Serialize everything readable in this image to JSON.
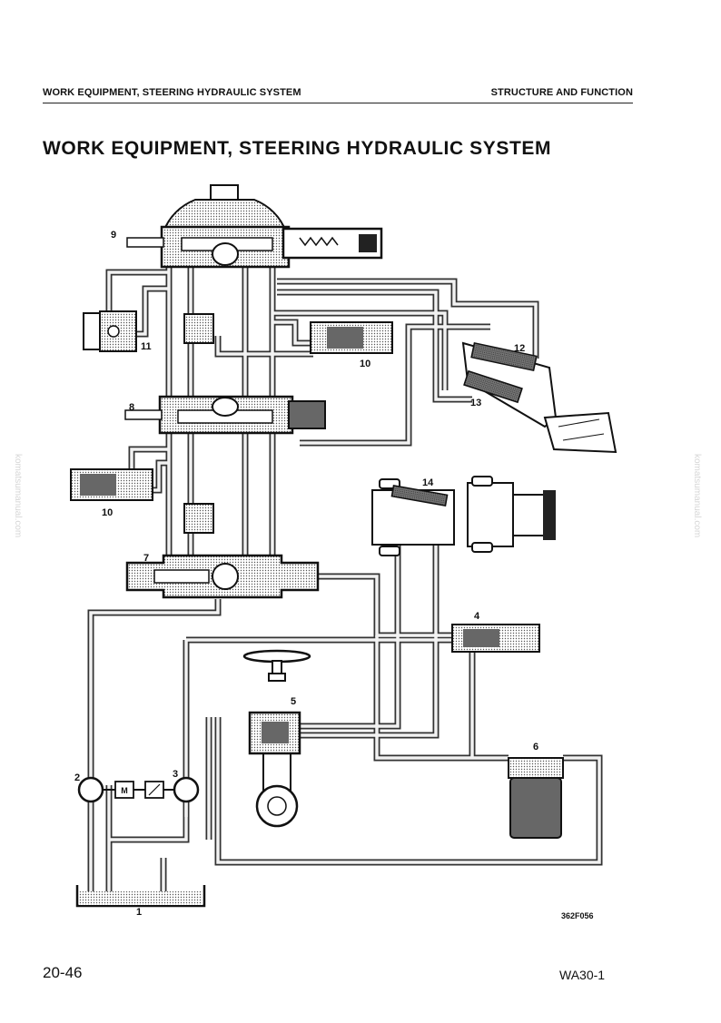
{
  "header": {
    "left": "WORK EQUIPMENT, STEERING HYDRAULIC SYSTEM",
    "right": "STRUCTURE AND FUNCTION"
  },
  "title": "WORK EQUIPMENT, STEERING HYDRAULIC SYSTEM",
  "diagram": {
    "labels": {
      "n1": "1",
      "n2": "2",
      "n3": "3",
      "n4": "4",
      "n5": "5",
      "n6": "6",
      "n7": "7",
      "n8": "8",
      "n9": "9",
      "n10a": "10",
      "n10b": "10",
      "n11": "11",
      "n12": "12",
      "n13": "13",
      "n14": "14"
    },
    "motor_symbol": "M",
    "figure_code": "362F056"
  },
  "watermark": "komatsumanual.com",
  "footer": {
    "page": "20-46",
    "model": "WA30-1"
  }
}
